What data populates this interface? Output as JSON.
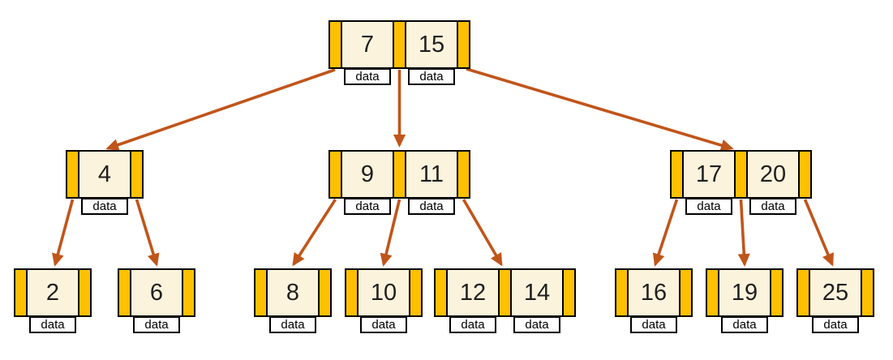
{
  "labels": {
    "data_label": "data"
  },
  "colors": {
    "pointer_slot": "#FFC000",
    "key_fill": "#FCF3DC",
    "node_border": "#000000",
    "arrow": "#C0551A",
    "background": "#FFFFFF",
    "key_text": "#1F1F1F"
  },
  "tree": {
    "type": "b-tree",
    "nodes": {
      "root": {
        "keys": [
          "7",
          "15"
        ]
      },
      "n4": {
        "keys": [
          "4"
        ]
      },
      "n9_11": {
        "keys": [
          "9",
          "11"
        ]
      },
      "n17_20": {
        "keys": [
          "17",
          "20"
        ]
      },
      "n2": {
        "keys": [
          "2"
        ]
      },
      "n6": {
        "keys": [
          "6"
        ]
      },
      "n8": {
        "keys": [
          "8"
        ]
      },
      "n10": {
        "keys": [
          "10"
        ]
      },
      "n12_14": {
        "keys": [
          "12",
          "14"
        ]
      },
      "n16": {
        "keys": [
          "16"
        ]
      },
      "n19": {
        "keys": [
          "19"
        ]
      },
      "n25": {
        "keys": [
          "25"
        ]
      }
    },
    "edges": [
      {
        "from": "root",
        "to": "n4"
      },
      {
        "from": "root",
        "to": "n9_11"
      },
      {
        "from": "root",
        "to": "n17_20"
      },
      {
        "from": "n4",
        "to": "n2"
      },
      {
        "from": "n4",
        "to": "n6"
      },
      {
        "from": "n9_11",
        "to": "n8"
      },
      {
        "from": "n9_11",
        "to": "n10"
      },
      {
        "from": "n9_11",
        "to": "n12_14"
      },
      {
        "from": "n17_20",
        "to": "n16"
      },
      {
        "from": "n17_20",
        "to": "n19"
      },
      {
        "from": "n17_20",
        "to": "n25"
      }
    ]
  }
}
